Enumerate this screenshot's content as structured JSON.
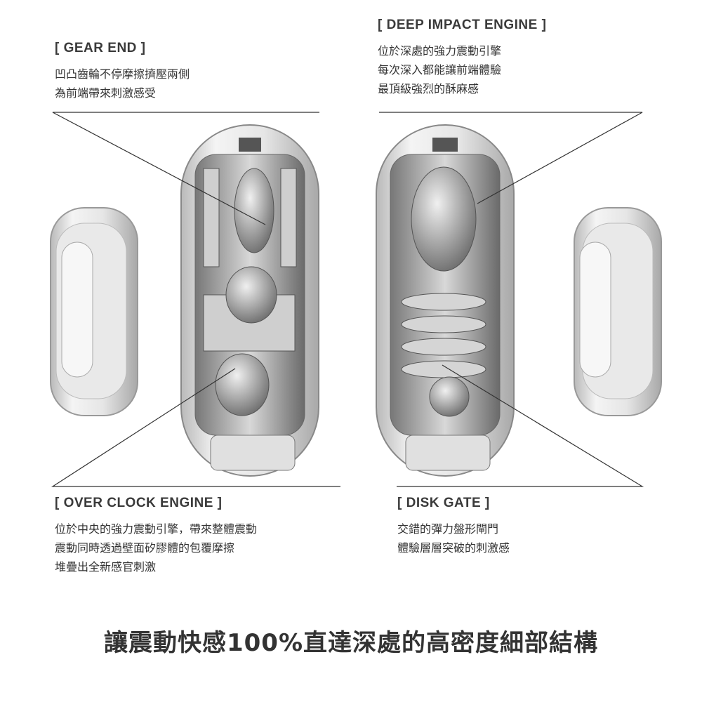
{
  "callouts": {
    "gear_end": {
      "title": "[ GEAR END ]",
      "lines": [
        "凹凸齒輪不停摩擦擠壓兩側",
        "為前端帶來刺激感受"
      ]
    },
    "deep_impact_engine": {
      "title": "[ DEEP IMPACT ENGINE ]",
      "lines": [
        "位於深處的強力震動引擎",
        "每次深入都能讓前端體驗",
        "最頂級強烈的酥麻感"
      ]
    },
    "over_clock_engine": {
      "title": "[ OVER CLOCK ENGINE ]",
      "lines": [
        "位於中央的強力震動引擎，帶來整體震動",
        "震動同時透過壁面矽膠體的包覆摩擦",
        "堆疊出全新感官刺激"
      ]
    },
    "disk_gate": {
      "title": "[ DISK GATE ]",
      "lines": [
        "交錯的彈力盤形閘門",
        "體驗層層突破的刺激感"
      ]
    }
  },
  "tagline": "讓震動快感100%直達深處的高密度細部結構",
  "colors": {
    "leader_line": "#333333",
    "text": "#333333",
    "shell": "#c8c8c8"
  }
}
